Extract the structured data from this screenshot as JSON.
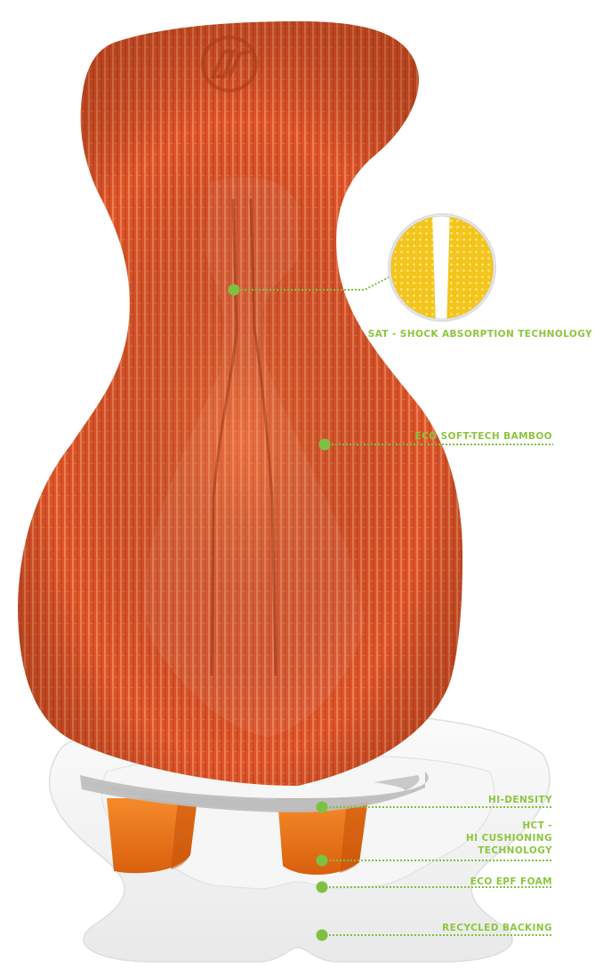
{
  "colors": {
    "accent_green": "#8cc63f",
    "dot_green": "#7cc242",
    "chamois_orange": "#e2582b",
    "insert_orange": "#ee7a1a",
    "sat_yellow": "#f2c81e",
    "foam_white": "#f4f4f4"
  },
  "logo": {
    "icon": "brand-logo-emboss-icon"
  },
  "callouts": [
    {
      "id": "sat",
      "lines": [
        "SAT - SHOCK ABSORPTION TECHNOLOGY"
      ],
      "icon": "sat-zoom-detail-icon"
    },
    {
      "id": "eco-soft-tech",
      "lines": [
        "ECO SOFT-TECH BAMBOO"
      ]
    },
    {
      "id": "hi-density",
      "lines": [
        "HI-DENSITY"
      ]
    },
    {
      "id": "hct",
      "lines": [
        "HCT -",
        "HI CUSHIONING",
        "TECHNOLOGY"
      ]
    },
    {
      "id": "eco-epf",
      "lines": [
        "ECO EPF FOAM"
      ]
    },
    {
      "id": "recycled",
      "lines": [
        "RECYCLED BACKING"
      ]
    }
  ]
}
